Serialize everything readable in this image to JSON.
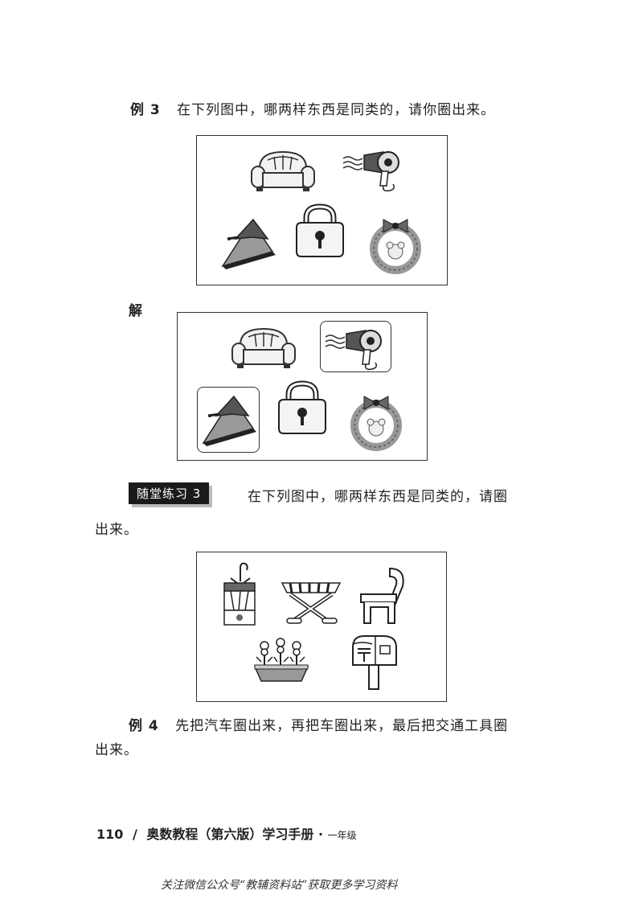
{
  "example3": {
    "label": "例 3",
    "question": "在下列图中，哪两样东西是同类的，请你圈出来。"
  },
  "solution": {
    "label": "解"
  },
  "figure1": {
    "items": [
      "sofa-icon",
      "hair-dryer-icon",
      "iron-icon",
      "padlock-icon",
      "wreath-icon"
    ]
  },
  "figure2": {
    "items": [
      "sofa-icon",
      "hair-dryer-icon",
      "iron-icon",
      "padlock-icon",
      "wreath-icon"
    ],
    "circled": [
      "hair-dryer-icon",
      "iron-icon"
    ]
  },
  "practice3": {
    "tag": "随堂练习 3",
    "question_line1": "在下列图中，哪两样东西是同类的，请圈",
    "question_line2": "出来。"
  },
  "figure3": {
    "items": [
      "lantern-icon",
      "folding-stool-icon",
      "chair-icon",
      "flower-planter-icon",
      "mailbox-icon"
    ]
  },
  "example4": {
    "label": "例 4",
    "question_line1": "先把汽车圈出来，再把车圈出来，最后把交通工具圈",
    "question_line2": "出来。"
  },
  "footer": {
    "page_number": "110",
    "separator": "/",
    "book_title": "奥数教程（第六版）学习手册",
    "dot": "·",
    "grade": "一年级"
  },
  "bottom_note": "关注微信公众号“教辅资料站”获取更多学习资料"
}
